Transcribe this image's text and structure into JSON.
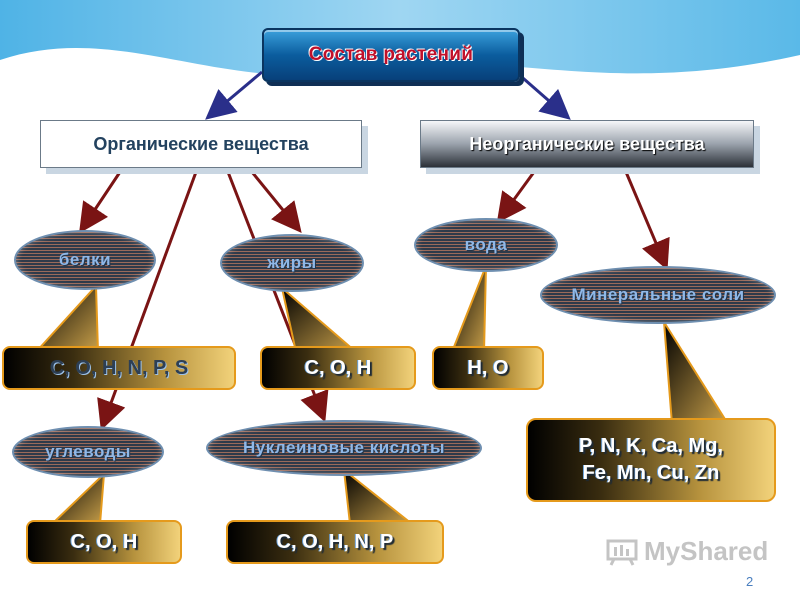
{
  "title": "Состав растений",
  "categories": {
    "organic": "Органические вещества",
    "inorganic": "Неорганические вещества"
  },
  "nodes": {
    "proteins": "белки",
    "fats": "жиры",
    "water": "вода",
    "minerals": "Минеральные соли",
    "carbs": "углеводы",
    "nucleic": "Нуклеиновые кислоты"
  },
  "formulas": {
    "proteins": "C, O, H, N, P, S",
    "fats": "C, O, H",
    "water": "H, O",
    "minerals_line1": "P, N, K, Ca, Mg,",
    "minerals_line2": "Fe, Mn, Cu, Zn",
    "carbs": "C, O, H",
    "nucleic": "C, O, H, N, P"
  },
  "watermark": "MyShared",
  "page_number": "2",
  "colors": {
    "arrow": "#7a1414",
    "top_arrow": "#2a2f8a",
    "formula_border": "#e59a1c",
    "title_text": "#c0102a"
  }
}
